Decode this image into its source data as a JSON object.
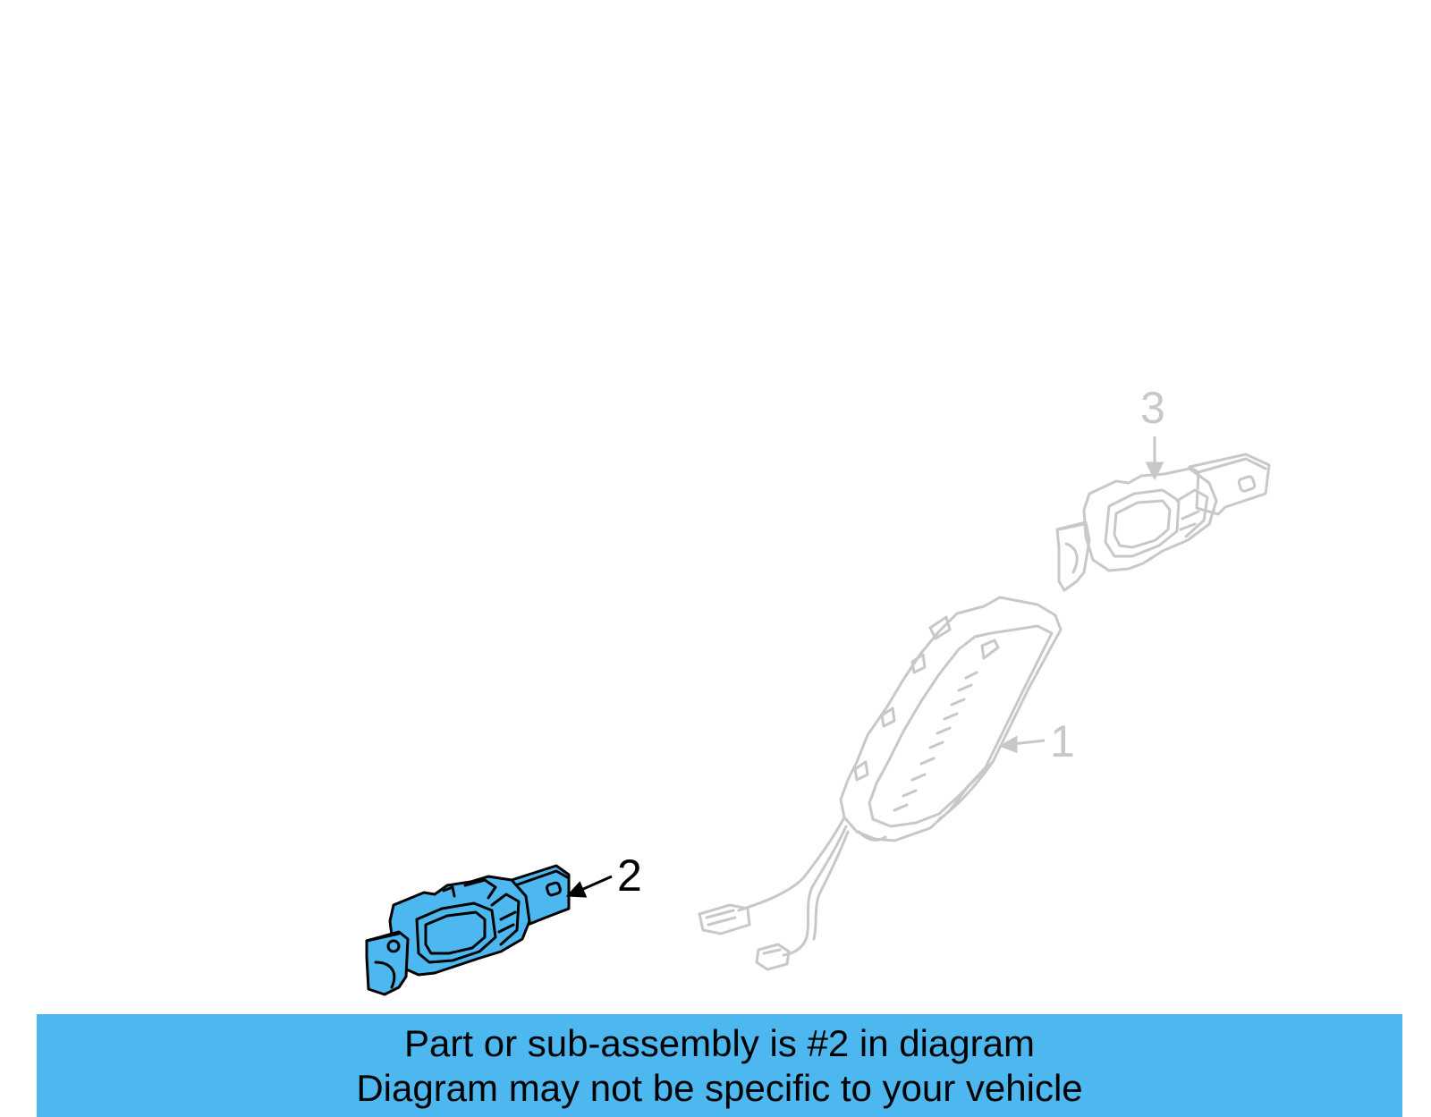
{
  "callouts": {
    "part1": "1",
    "part2": "2",
    "part3": "3"
  },
  "banner": {
    "line1": "Part or sub-assembly is #2 in diagram",
    "line2": "Diagram may not be specific to your vehicle"
  },
  "colors": {
    "highlight_fill": "#4db8f0",
    "highlight_stroke": "#000000",
    "ghost_stroke": "#c8c8c8",
    "banner_bg": "#4db8f0"
  },
  "icons": {
    "part1": "airbag-module-icon",
    "part2": "airbag-sensor-icon",
    "part3": "airbag-sensor-icon"
  }
}
